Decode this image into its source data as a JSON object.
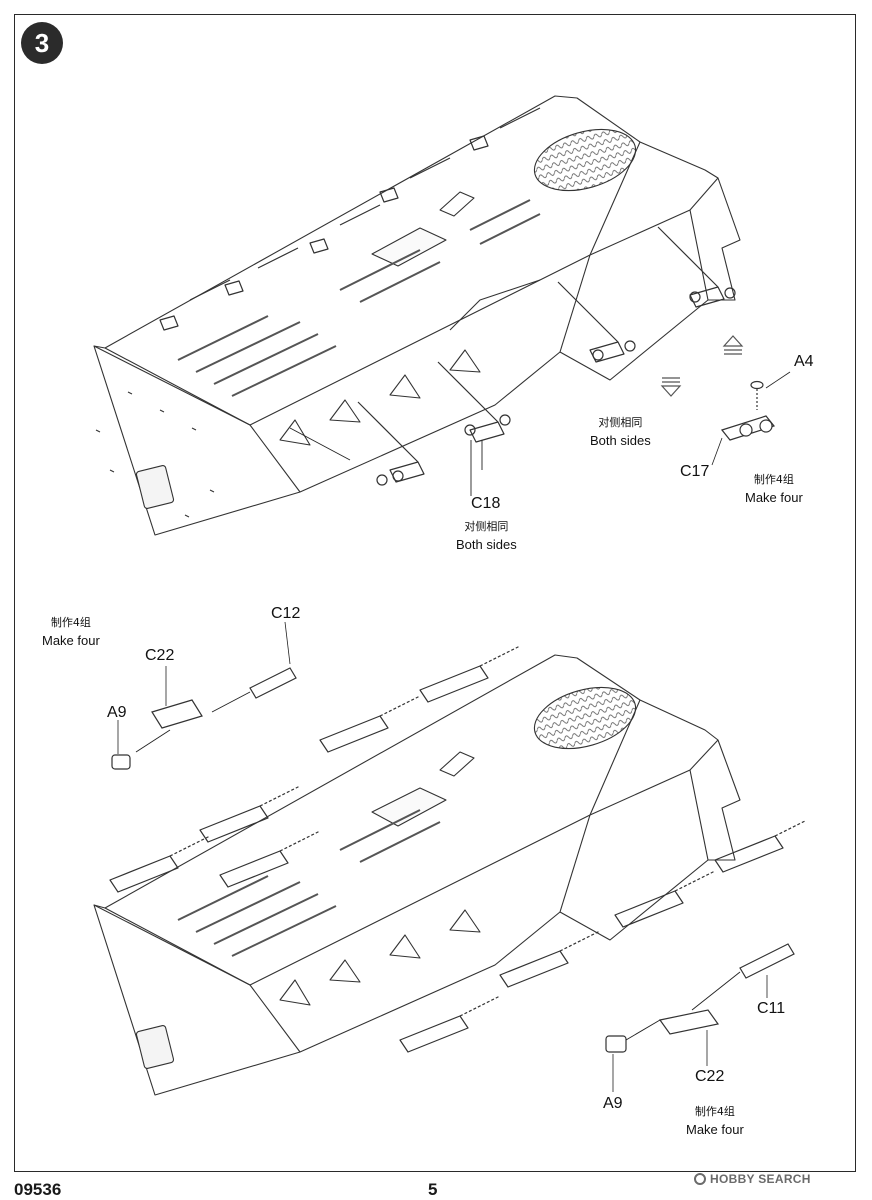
{
  "step": {
    "number": "3"
  },
  "top_diagram": {
    "part_labels": {
      "a4": "A4",
      "c17": "C17",
      "c18": "C18"
    },
    "notes": {
      "both_sides_right": {
        "cn": "对侧相同",
        "en": "Both sides"
      },
      "both_sides_bottom": {
        "cn": "对侧相同",
        "en": "Both sides"
      },
      "make_four": {
        "cn": "制作4组",
        "en": "Make four"
      }
    }
  },
  "bottom_diagram": {
    "part_labels": {
      "c12": "C12",
      "c22_left": "C22",
      "a9_left": "A9",
      "c11": "C11",
      "c22_right": "C22",
      "a9_right": "A9"
    },
    "notes": {
      "make_four_left": {
        "cn": "制作4组",
        "en": "Make four"
      },
      "make_four_right": {
        "cn": "制作4组",
        "en": "Make four"
      }
    }
  },
  "footer": {
    "product_code": "09536",
    "page_number": "5",
    "watermark": "HOBBY SEARCH"
  },
  "icons": [
    "arrow-up-icon",
    "arrow-down-icon",
    "hobby-search-logo-icon"
  ]
}
